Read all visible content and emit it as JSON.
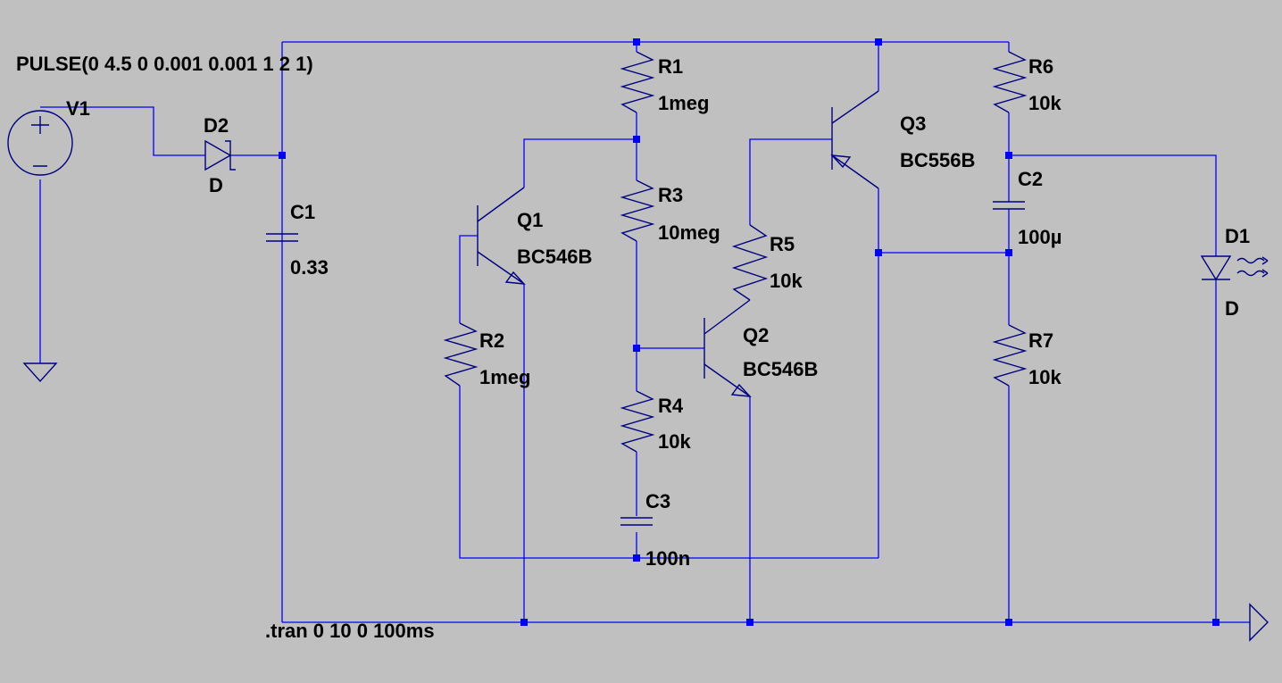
{
  "colors": {
    "background": "#c0c0c0",
    "wire": "#0000ff",
    "component": "#000080",
    "junction": "#0000ff",
    "text": "#000000"
  },
  "directives": {
    "source": "PULSE(0 4.5 0 0.001 0.001 1 2 1)",
    "tran": ".tran 0 10 0 100ms"
  },
  "components": {
    "V1": {
      "name": "V1"
    },
    "D2": {
      "name": "D2",
      "value": "D"
    },
    "C1": {
      "name": "C1",
      "value": "0.33"
    },
    "R1": {
      "name": "R1",
      "value": "1meg"
    },
    "R2": {
      "name": "R2",
      "value": "1meg"
    },
    "R3": {
      "name": "R3",
      "value": "10meg"
    },
    "R4": {
      "name": "R4",
      "value": "10k"
    },
    "R5": {
      "name": "R5",
      "value": "10k"
    },
    "R6": {
      "name": "R6",
      "value": "10k"
    },
    "R7": {
      "name": "R7",
      "value": "10k"
    },
    "C2": {
      "name": "C2",
      "value": "100µ"
    },
    "C3": {
      "name": "C3",
      "value": "100n"
    },
    "Q1": {
      "name": "Q1",
      "value": "BC546B"
    },
    "Q2": {
      "name": "Q2",
      "value": "BC546B"
    },
    "Q3": {
      "name": "Q3",
      "value": "BC556B"
    },
    "D1": {
      "name": "D1",
      "value": "D"
    }
  }
}
